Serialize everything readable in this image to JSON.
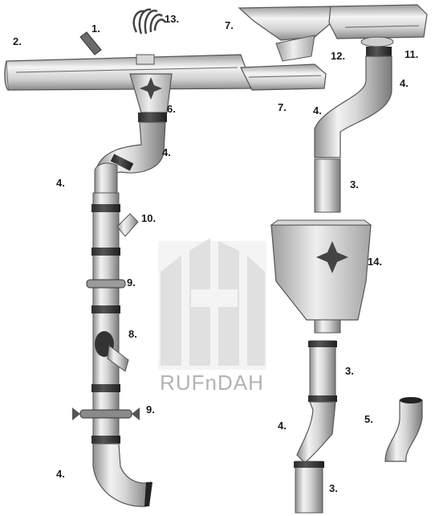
{
  "watermark": {
    "text": "RUFnDAH"
  },
  "labels": {
    "l1": "1.",
    "l2": "2.",
    "l3a": "3.",
    "l3b": "3.",
    "l3c": "3.",
    "l4a": "4.",
    "l4b": "4.",
    "l4c": "4.",
    "l4d": "4.",
    "l4e": "4.",
    "l4f": "4.",
    "l5": "5.",
    "l6": "6.",
    "l7a": "7.",
    "l7b": "7.",
    "l8": "8.",
    "l9a": "9.",
    "l9b": "9.",
    "l10": "10.",
    "l11": "11.",
    "l12": "12.",
    "l13": "13.",
    "l14": "14."
  }
}
